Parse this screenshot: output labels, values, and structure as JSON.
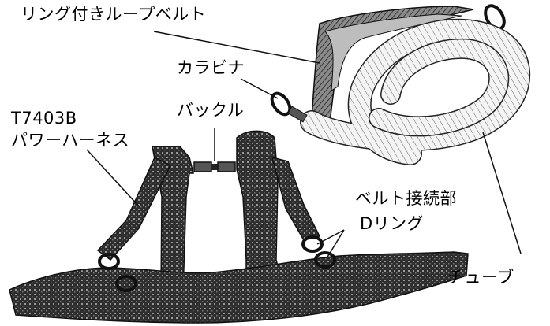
{
  "labels": {
    "loop_belt": "リング付きループベルト",
    "carabiner": "カラビナ",
    "model": "T7403B",
    "harness": "パワーハーネス",
    "buckle": "バックル",
    "belt_joint": "ベルト接続部",
    "d_ring": "Dリング",
    "tube": "チューブ"
  },
  "colors": {
    "fabric_dark": "#3a3a3a",
    "fabric_mid": "#6b6b6b",
    "outline": "#111111",
    "background": "#ffffff"
  }
}
